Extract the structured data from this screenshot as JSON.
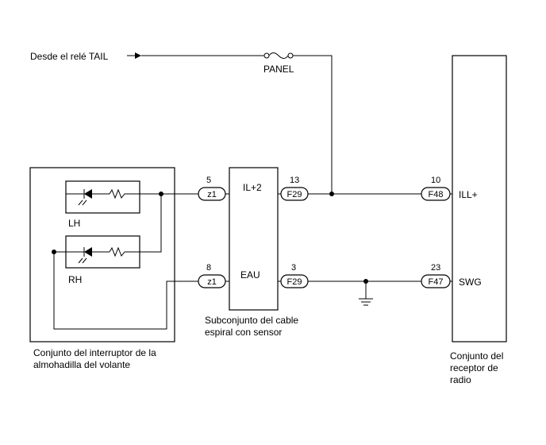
{
  "source": {
    "label": "Desde el relé TAIL"
  },
  "fuse": {
    "label": "PANEL"
  },
  "switch_assembly": {
    "label_line1": "Conjunto del interruptor de la",
    "label_line2": "almohadilla del volante",
    "lh": "LH",
    "rh": "RH"
  },
  "spiral_cable": {
    "label_line1": "Subconjunto del cable",
    "label_line2": "espiral con sensor",
    "signal_top": "IL+2",
    "signal_bottom": "EAU"
  },
  "radio": {
    "label_line1": "Conjunto del",
    "label_line2": "receptor de",
    "label_line3": "radio",
    "signal_top": "ILL+",
    "signal_bottom": "SWG"
  },
  "connectors": {
    "z1_top": {
      "name": "z1",
      "pin": "5"
    },
    "z1_bottom": {
      "name": "z1",
      "pin": "8"
    },
    "f29_top": {
      "name": "F29",
      "pin": "13"
    },
    "f29_bottom": {
      "name": "F29",
      "pin": "3"
    },
    "f48": {
      "name": "F48",
      "pin": "10"
    },
    "f47": {
      "name": "F47",
      "pin": "23"
    }
  }
}
